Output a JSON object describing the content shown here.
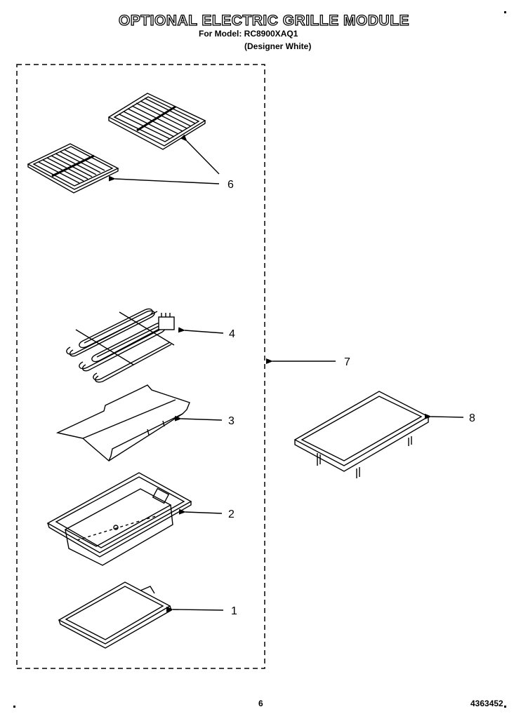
{
  "header": {
    "title": "OPTIONAL ELECTRIC GRILLE MODULE",
    "model_line": "For Model: RC8900XAQ1",
    "color_line": "(Designer White)"
  },
  "footer": {
    "page_number": "6",
    "doc_number": "4363452"
  },
  "callouts": [
    "6",
    "4",
    "7",
    "3",
    "8",
    "2",
    "1"
  ]
}
